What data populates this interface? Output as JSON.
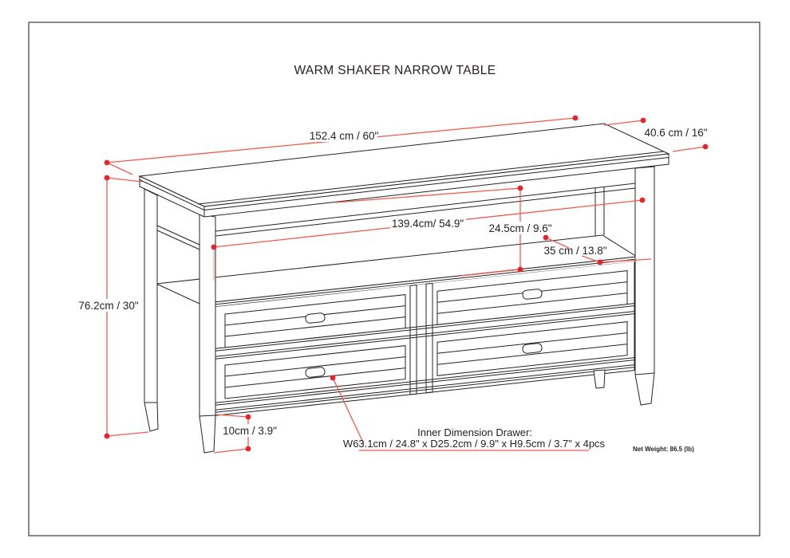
{
  "title": "WARM SHAKER NARROW TABLE",
  "dimensions": {
    "width_top": "152.4 cm / 60\"",
    "depth_top": "40.6 cm / 16\"",
    "inner_width": "139.4cm/ 54.9\"",
    "shelf_height": "24.5cm / 9.6\"",
    "shelf_depth": "35 cm / 13.8\"",
    "overall_height": "76.2cm / 30\"",
    "foot_height": "10cm / 3.9\"",
    "drawer_note_title": "Inner Dimension Drawer:",
    "drawer_note_specs": "W63.1cm / 24.8\" x D25.2cm / 9.9\" x H9.5cm / 3.7\" x 4pcs"
  },
  "net_weight": "Net Weight:  86.5 (lb)",
  "colors": {
    "dimension_red": "#e8232b",
    "dimension_line": "#f15b50",
    "drawing_black": "#262221",
    "background": "#ffffff"
  }
}
